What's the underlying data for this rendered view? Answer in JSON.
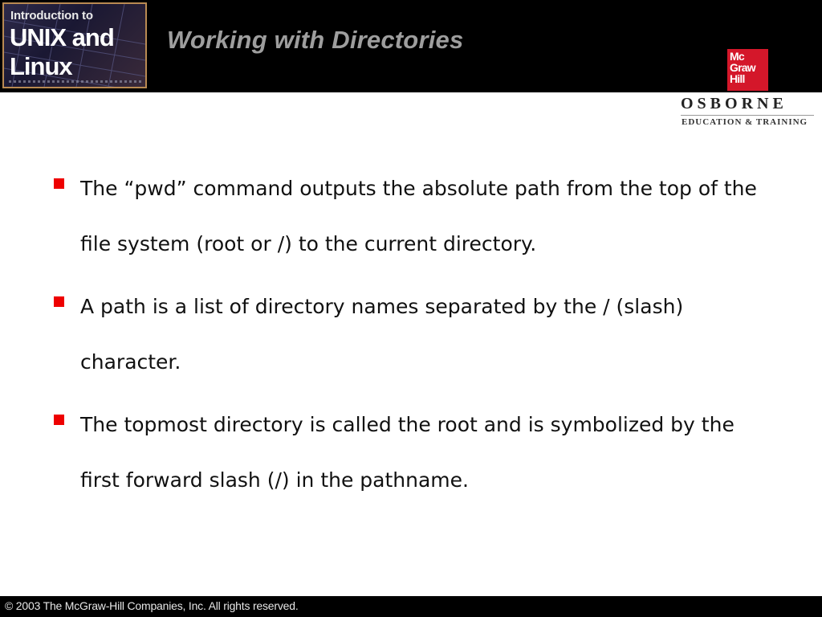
{
  "header": {
    "logo": {
      "line1": "Introduction to",
      "line2": "UNIX and",
      "line3": "Linux"
    },
    "title": "Working with Directories",
    "publisher": {
      "mcgraw_lines": [
        "Mc",
        "Graw",
        "Hill"
      ],
      "osborne": "OSBORNE",
      "osborne_sub": "EDUCATION & TRAINING"
    }
  },
  "bullets": [
    "The “pwd” command outputs the absolute path from the top of the file system (root or /) to the current directory.",
    "A path is a list of directory names separated by the / (slash) character.",
    "The topmost directory is called the root and is symbolized by the first forward slash (/) in the pathname."
  ],
  "footer": {
    "copyright": "© 2003 The McGraw-Hill Companies, Inc. All rights reserved."
  },
  "colors": {
    "bullet_marker": "#ee0000",
    "title_text": "#9e9e9e",
    "header_bg": "#000000",
    "mcgraw_red": "#d4172a"
  }
}
